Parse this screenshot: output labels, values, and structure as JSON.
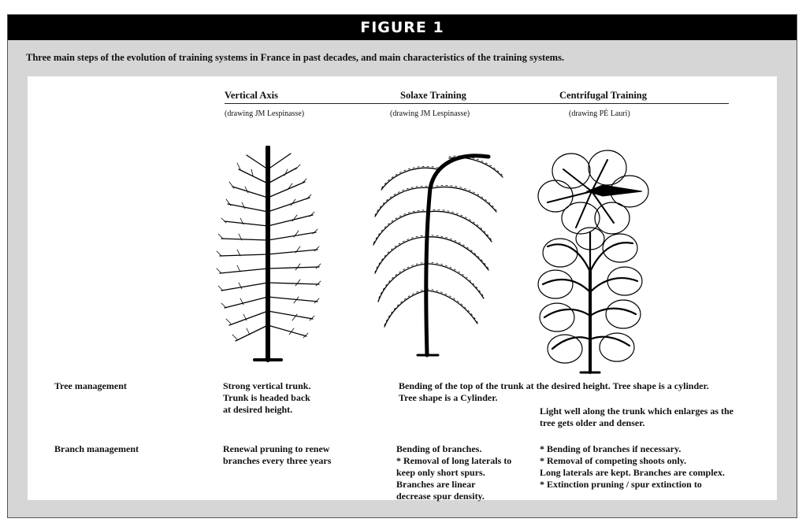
{
  "figure": {
    "title": "FIGURE 1",
    "caption": "Three main steps of the evolution of training systems in France in past decades, and main characteristics of the training systems."
  },
  "columns": [
    {
      "title": "Vertical Axis",
      "credit": "(drawing JM Lespinasse)"
    },
    {
      "title": "Solaxe Training",
      "credit": "(drawing JM Lespinasse)"
    },
    {
      "title": "Centrifugal Training",
      "credit": "(drawing PÉ Lauri)"
    }
  ],
  "rows": {
    "tree_management": {
      "label": "Tree management",
      "vertical_axis": [
        "Strong vertical trunk.",
        "Trunk is headed back",
        "at desired height."
      ],
      "solaxe_centrifugal_shared": "Bending of the top of the trunk at the desired height. Tree shape is a cylinder.",
      "solaxe": "Tree shape is a Cylinder.",
      "centrifugal": [
        "Light well along the trunk which enlarges as the",
        "tree gets older and denser."
      ]
    },
    "branch_management": {
      "label": "Branch management",
      "vertical_axis": [
        "Renewal pruning to renew",
        "branches every three years"
      ],
      "solaxe": [
        "Bending of branches.",
        "* Removal of long laterals to",
        "keep only short spurs.",
        "Branches are linear",
        "decrease spur density."
      ],
      "centrifugal": [
        "* Bending of branches if necessary.",
        "* Removal of competing shoots only.",
        "Long laterals are kept. Branches are complex.",
        "* Extinction pruning / spur extinction to"
      ]
    }
  }
}
